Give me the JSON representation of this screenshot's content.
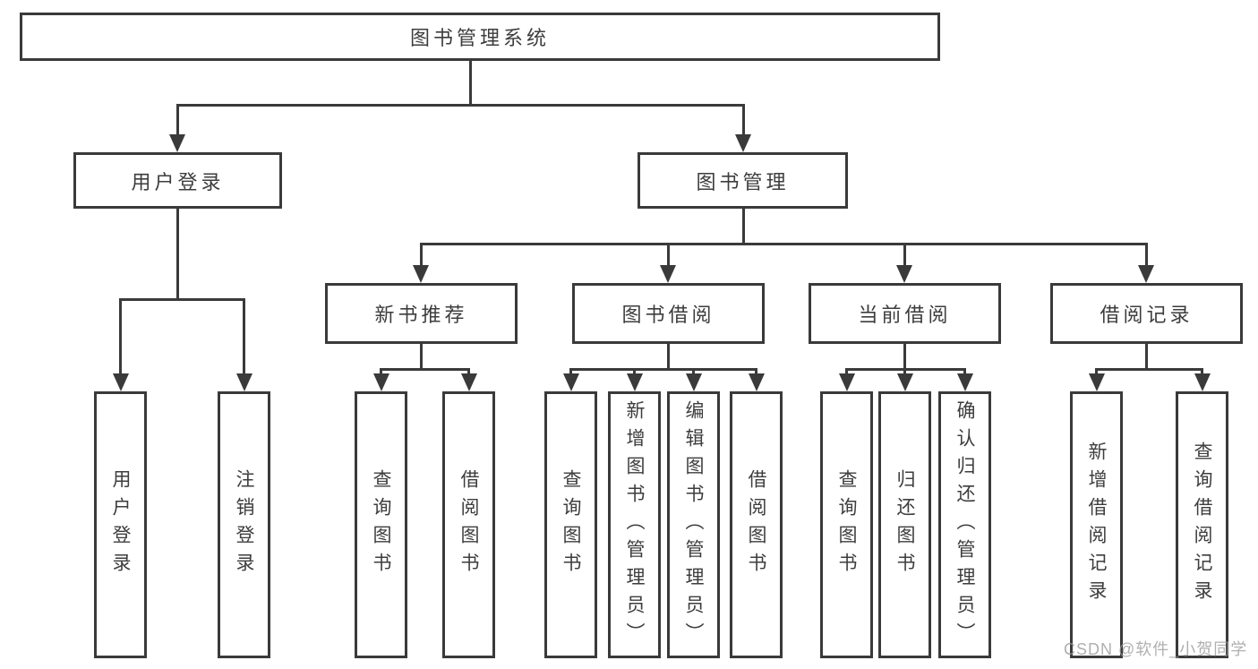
{
  "diagram_title": "图书管理系统",
  "tree": {
    "label": "图书管理系统",
    "children": [
      {
        "label": "用户登录",
        "children": [
          {
            "label": "用户登录"
          },
          {
            "label": "注销登录"
          }
        ]
      },
      {
        "label": "图书管理",
        "children": [
          {
            "label": "新书推荐",
            "children": [
              {
                "label": "查询图书"
              },
              {
                "label": "借阅图书"
              }
            ]
          },
          {
            "label": "图书借阅",
            "children": [
              {
                "label": "查询图书"
              },
              {
                "label": "新增图书（管理员）"
              },
              {
                "label": "编辑图书（管理员）"
              },
              {
                "label": "借阅图书"
              }
            ]
          },
          {
            "label": "当前借阅",
            "children": [
              {
                "label": "查询图书"
              },
              {
                "label": "归还图书"
              },
              {
                "label": "确认归还（管理员）"
              }
            ]
          },
          {
            "label": "借阅记录",
            "children": [
              {
                "label": "新增借阅记录"
              },
              {
                "label": "查询借阅记录"
              }
            ]
          }
        ]
      }
    ]
  },
  "watermark": "CSDN @软件_小贺同学",
  "colors": {
    "line": "#3a3a3a",
    "text": "#3d3d3d",
    "background": "#ffffff",
    "watermark": "#9c9c9c"
  }
}
